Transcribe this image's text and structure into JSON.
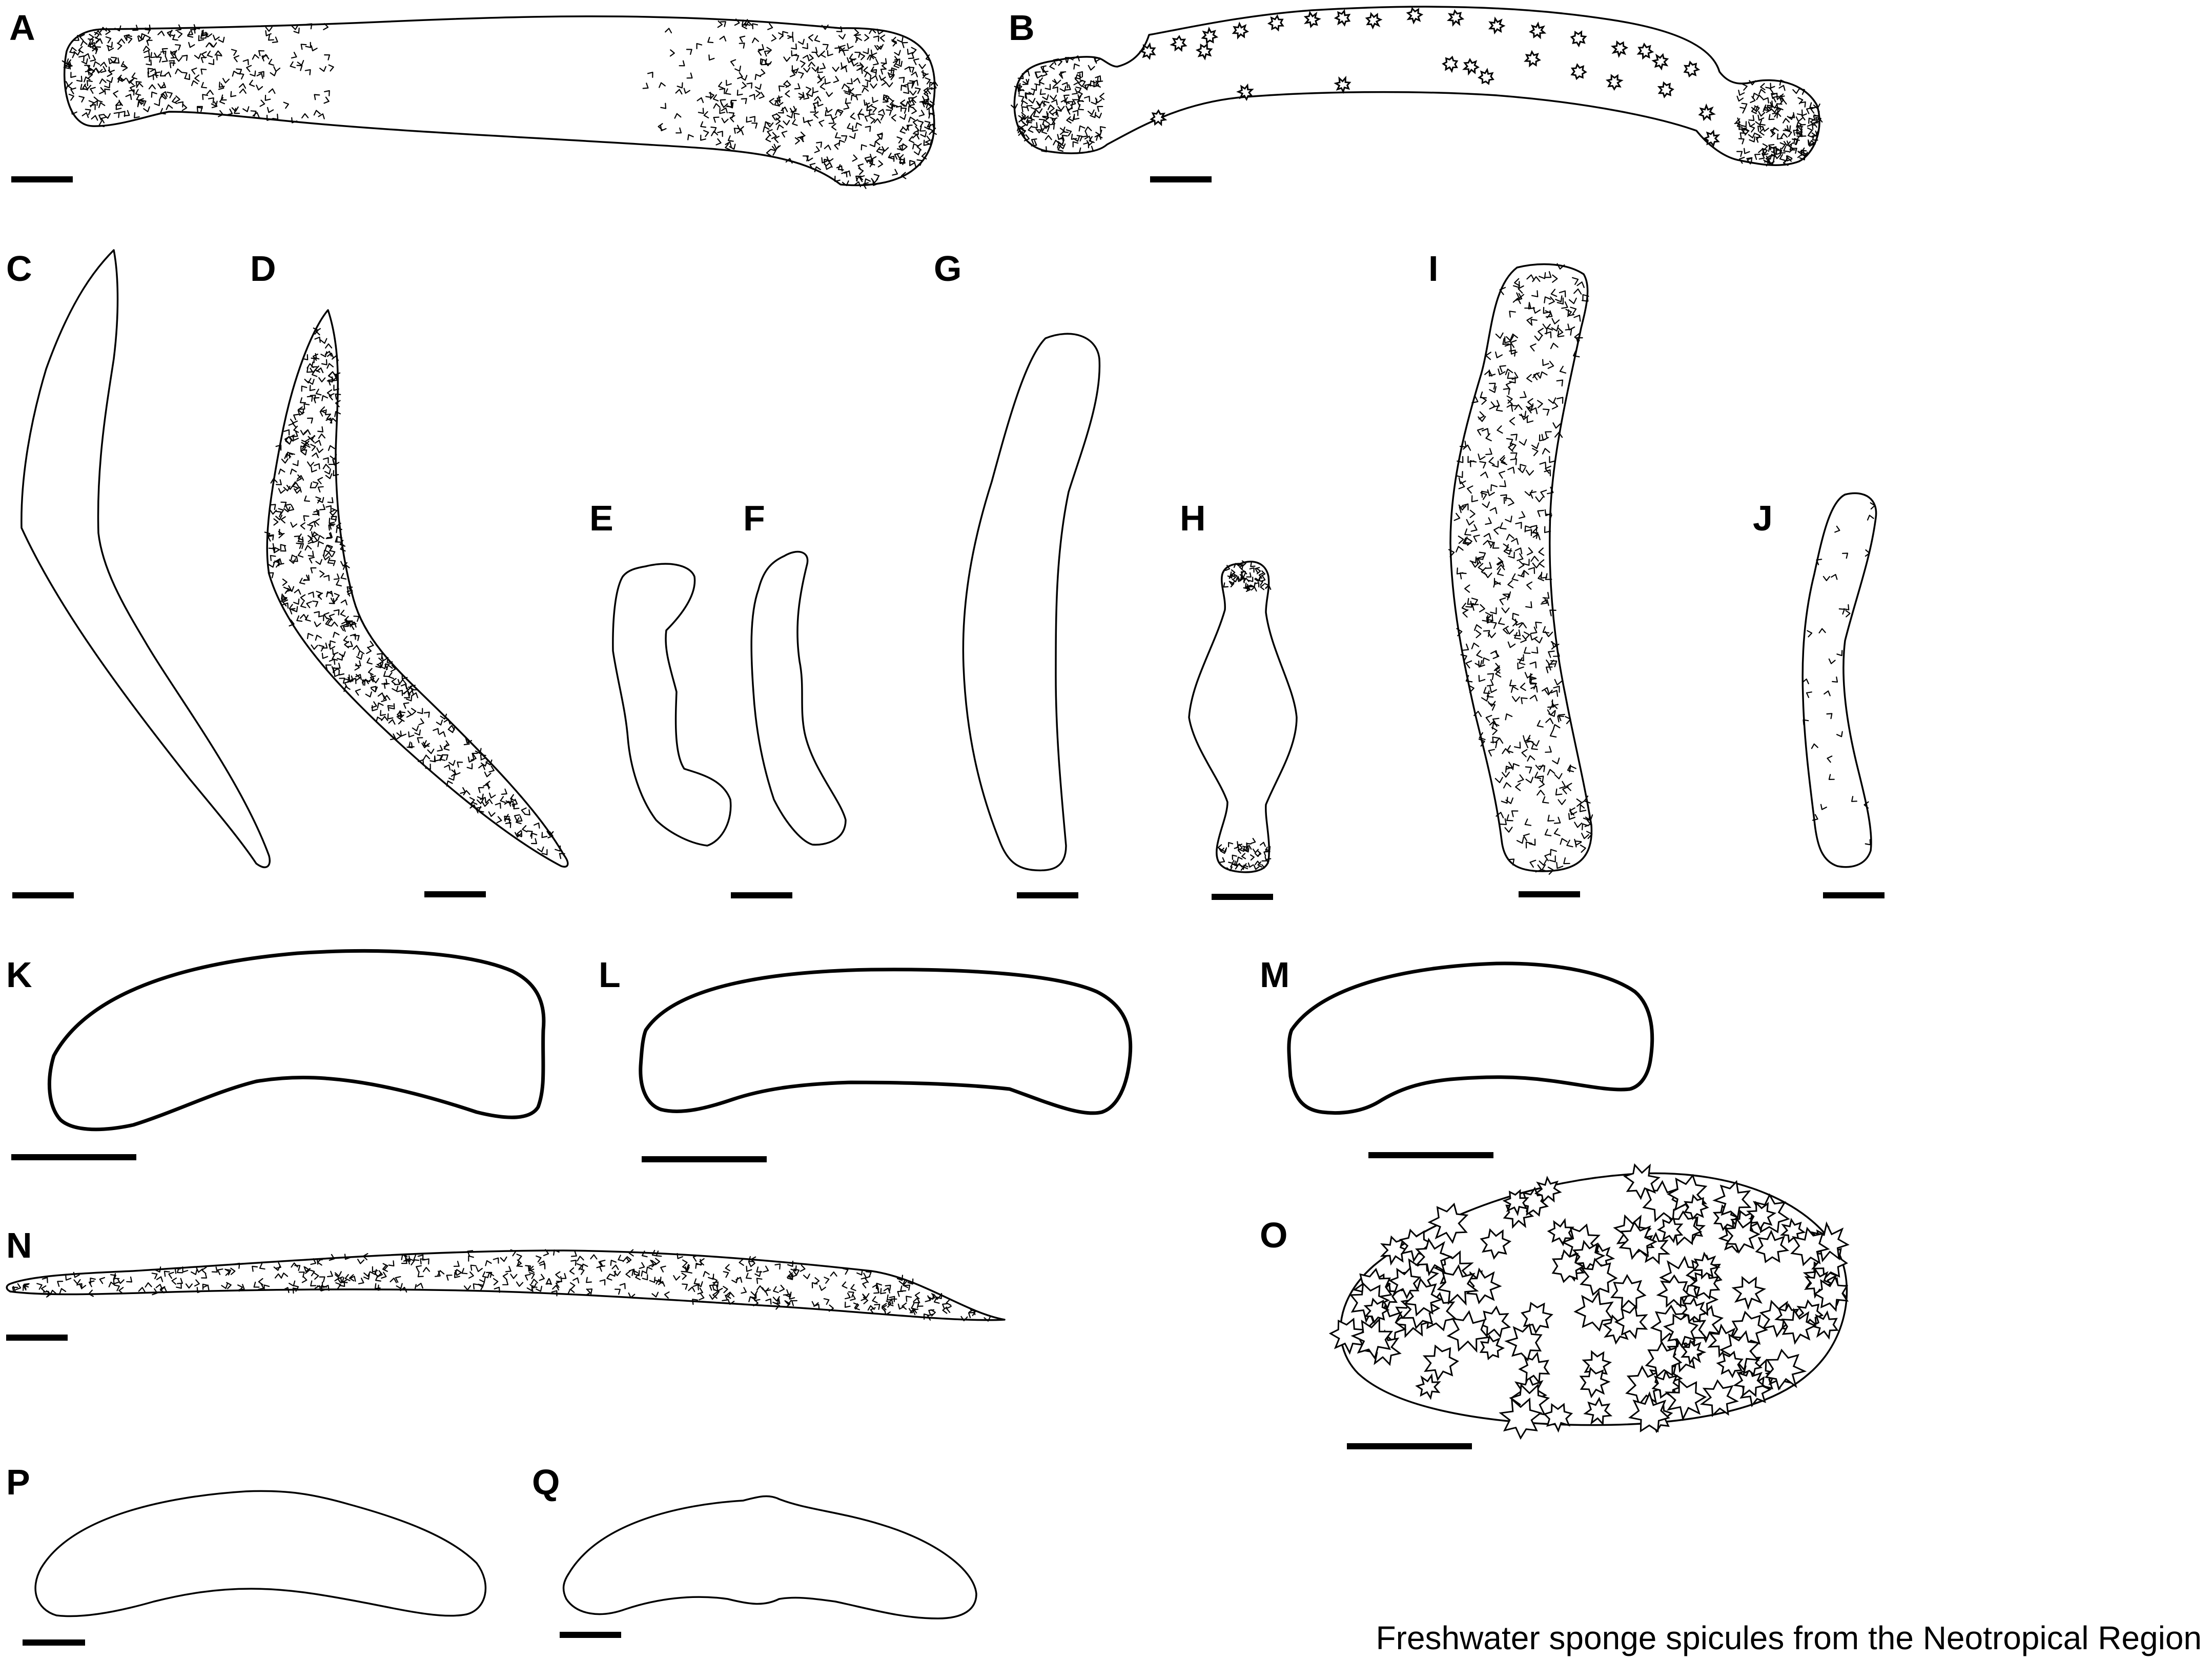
{
  "figure": {
    "caption": "Freshwater sponge spicules from the Neotropical Region",
    "panels": [
      {
        "id": "A",
        "label": "A"
      },
      {
        "id": "B",
        "label": "B"
      },
      {
        "id": "C",
        "label": "C"
      },
      {
        "id": "D",
        "label": "D"
      },
      {
        "id": "E",
        "label": "E"
      },
      {
        "id": "F",
        "label": "F"
      },
      {
        "id": "G",
        "label": "G"
      },
      {
        "id": "H",
        "label": "H"
      },
      {
        "id": "I",
        "label": "I"
      },
      {
        "id": "J",
        "label": "J"
      },
      {
        "id": "K",
        "label": "K"
      },
      {
        "id": "L",
        "label": "L"
      },
      {
        "id": "M",
        "label": "M"
      },
      {
        "id": "N",
        "label": "N"
      },
      {
        "id": "O",
        "label": "O"
      },
      {
        "id": "P",
        "label": "P"
      },
      {
        "id": "Q",
        "label": "Q"
      }
    ]
  },
  "colors": {
    "ink": "#000000",
    "background": "#ffffff"
  }
}
